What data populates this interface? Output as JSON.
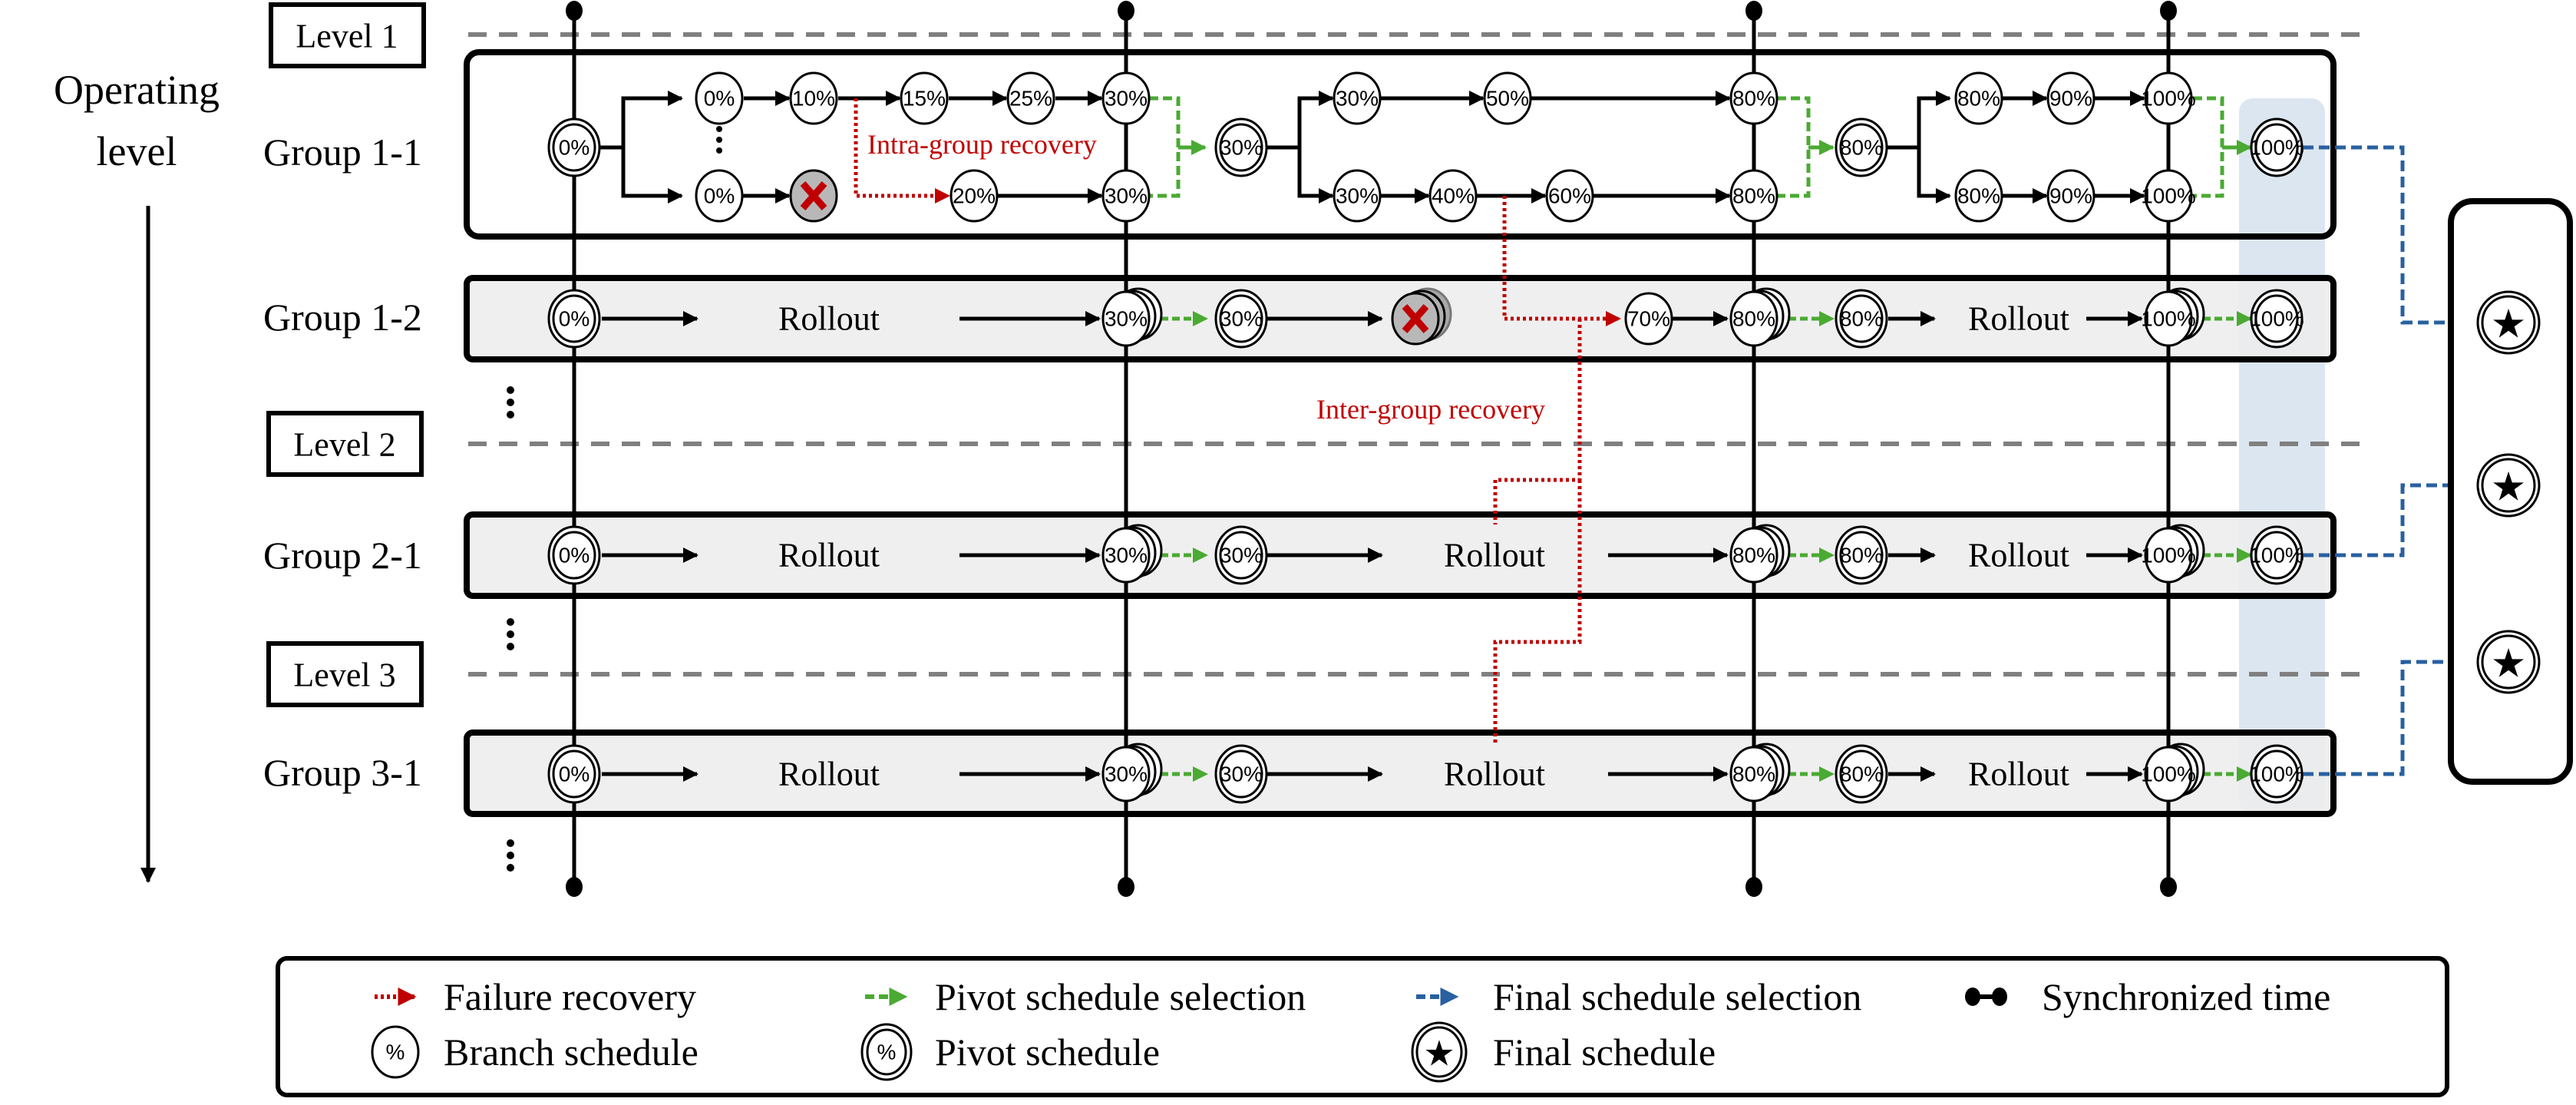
{
  "axis": {
    "label_line1": "Operating",
    "label_line2": "level"
  },
  "levels": [
    {
      "label": "Level 1"
    },
    {
      "label": "Level 2"
    },
    {
      "label": "Level 3"
    }
  ],
  "groups": {
    "g11": {
      "label": "Group 1-1",
      "start": "0%",
      "seg1_top": [
        "0%",
        "10%",
        "15%",
        "25%",
        "30%"
      ],
      "seg1_bottom": [
        "0%",
        "20%",
        "30%"
      ],
      "pivot1": "30%",
      "seg2_top": [
        "30%",
        "50%",
        "80%"
      ],
      "seg2_bottom": [
        "30%",
        "40%",
        "60%",
        "80%"
      ],
      "pivot2": "80%",
      "seg3_top": [
        "80%",
        "90%",
        "100%"
      ],
      "seg3_bottom": [
        "80%",
        "90%",
        "100%"
      ],
      "final_pivot": "100%",
      "intra_label": "Intra-group recovery"
    },
    "g12": {
      "label": "Group 1-2",
      "start": "0%",
      "rollout": "Rollout",
      "branch1": "30%",
      "pivot1": "30%",
      "recovered": "70%",
      "branch2": "80%",
      "pivot2": "80%",
      "rollout2": "Rollout",
      "branch3": "100%",
      "final_pivot": "100%",
      "inter_label": "Inter-group recovery"
    },
    "g21": {
      "label": "Group 2-1",
      "start": "0%",
      "rollout1": "Rollout",
      "branch1": "30%",
      "pivot1": "30%",
      "rollout2": "Rollout",
      "branch2": "80%",
      "pivot2": "80%",
      "rollout3": "Rollout",
      "branch3": "100%",
      "final_pivot": "100%"
    },
    "g31": {
      "label": "Group 3-1",
      "start": "0%",
      "rollout1": "Rollout",
      "branch1": "30%",
      "pivot1": "30%",
      "rollout2": "Rollout",
      "branch2": "80%",
      "pivot2": "80%",
      "rollout3": "Rollout",
      "branch3": "100%",
      "final_pivot": "100%"
    }
  },
  "final_schedules": {
    "count": 3,
    "icon": "star-icon"
  },
  "colors": {
    "failure_recovery": "#c00000",
    "pivot_selection": "#4aaa32",
    "final_selection": "#2860a0",
    "level_divider": "#808080",
    "group_fill": "#ececec",
    "highlight_column": "#dce6f0"
  },
  "legend": {
    "failure_recovery": "Failure recovery",
    "pivot_selection": "Pivot schedule selection",
    "final_selection": "Final schedule selection",
    "synchronized_time": "Synchronized time",
    "branch_schedule": "Branch schedule",
    "pivot_schedule": "Pivot schedule",
    "final_schedule": "Final schedule",
    "percent_symbol": "%"
  }
}
